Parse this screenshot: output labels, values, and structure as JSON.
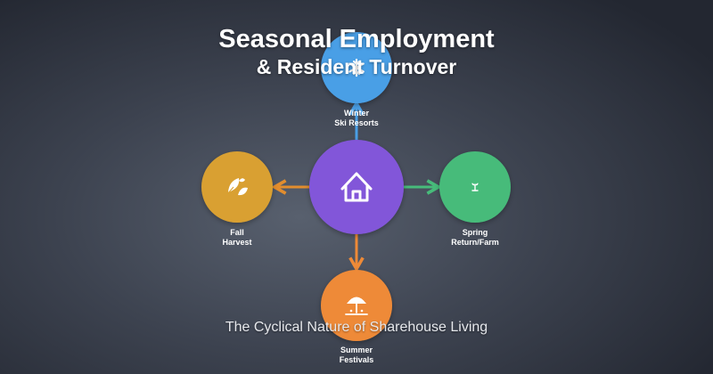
{
  "title_line1": "Seasonal Employment",
  "title_line2": "& Resident Turnover",
  "subtitle": "The Cyclical Nature of Sharehouse Living",
  "center": {
    "icon": "house-icon",
    "color": "#8257d9"
  },
  "nodes": {
    "winter": {
      "line1": "Winter",
      "line2": "Ski Resorts",
      "icon": "snowflake-icon",
      "color": "#4a9fe6",
      "arrow_color": "#4a9fe6"
    },
    "spring": {
      "line1": "Spring",
      "line2": "Return/Farm",
      "icon": "sprout-icon",
      "color": "#47bb7a",
      "arrow_color": "#47bb7a"
    },
    "summer": {
      "line1": "Summer",
      "line2": "Festivals",
      "icon": "umbrella-icon",
      "color": "#ee8a37",
      "arrow_color": "#ee8a37"
    },
    "fall": {
      "line1": "Fall",
      "line2": "Harvest",
      "icon": "leaves-icon",
      "color": "#d9a030",
      "arrow_color": "#e28d2e"
    }
  }
}
